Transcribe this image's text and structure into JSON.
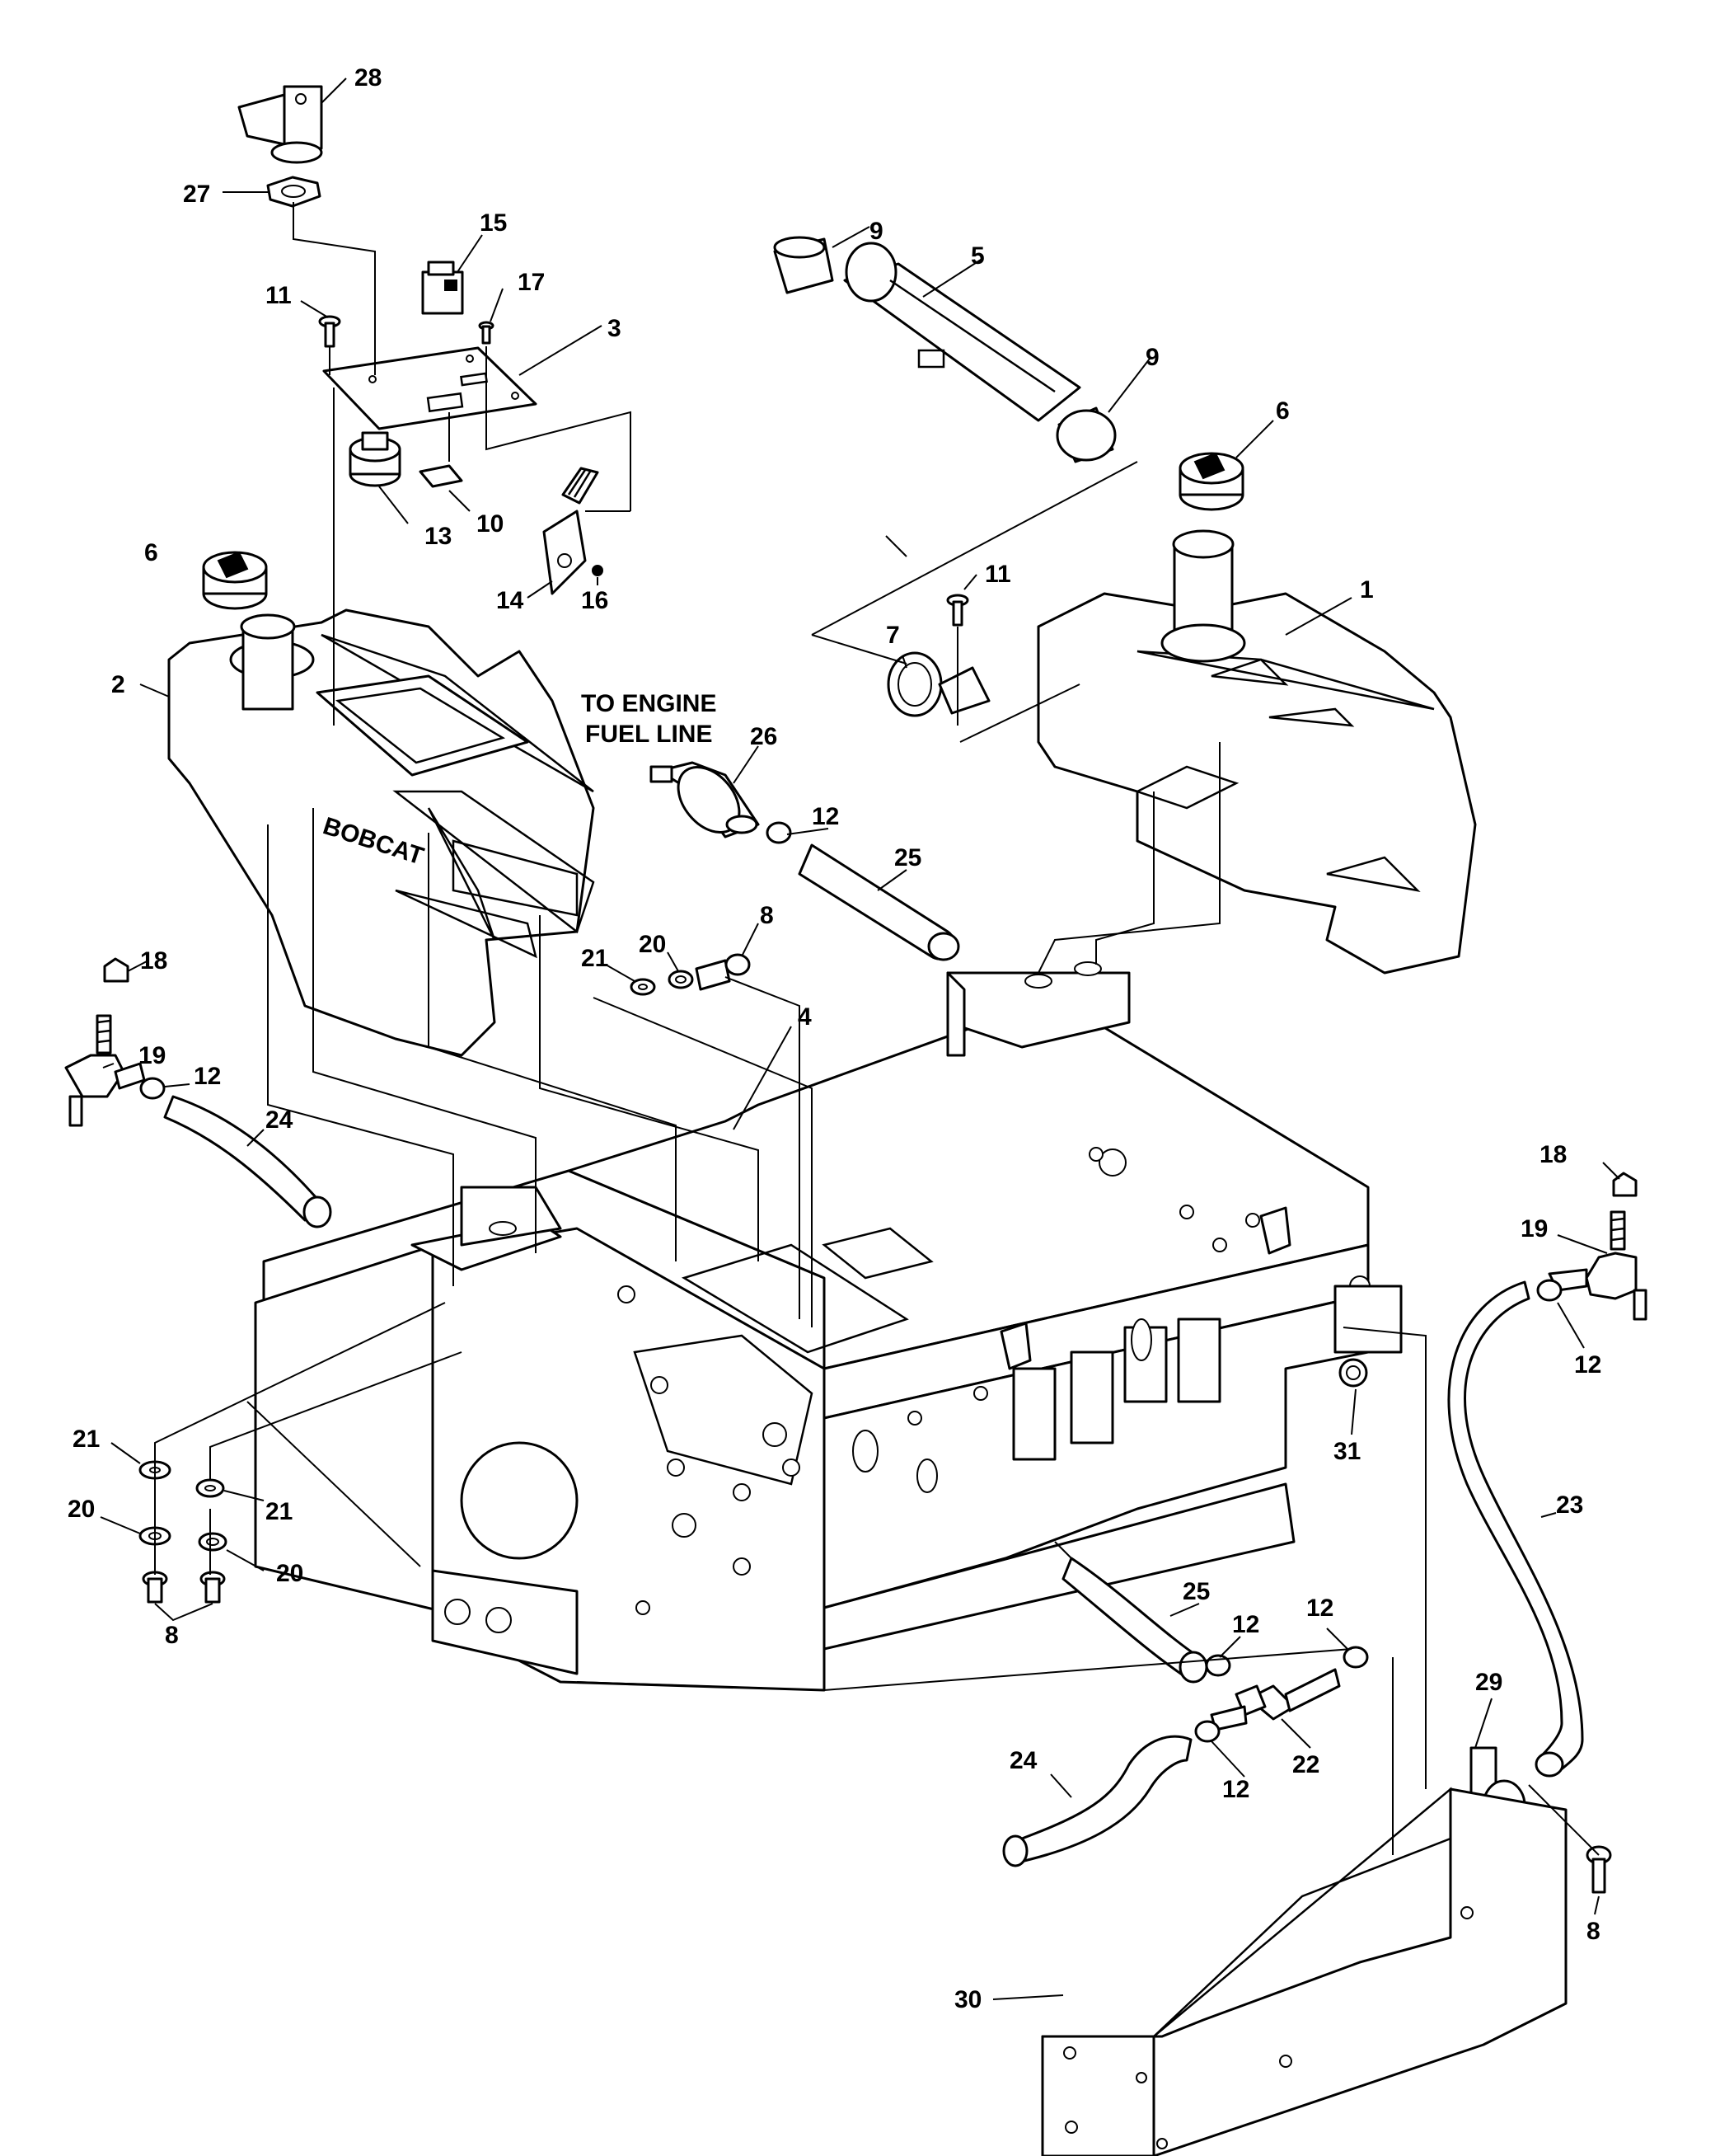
{
  "diagram": {
    "brand_text": "BOBCAT",
    "note": [
      "TO ENGINE",
      "FUEL LINE"
    ],
    "callouts": {
      "c28": "28",
      "c27": "27",
      "c15": "15",
      "c11a": "11",
      "c17": "17",
      "c3": "3",
      "c9a": "9",
      "c5": "5",
      "c9b": "9",
      "c6a": "6",
      "c13": "13",
      "c10": "10",
      "c14": "14",
      "c16": "16",
      "c6b": "6",
      "c11b": "11",
      "c1": "1",
      "c2": "2",
      "c7": "7",
      "c26": "26",
      "c12a": "12",
      "c25a": "25",
      "c18a": "18",
      "c19a": "19",
      "c12b": "12",
      "c24a": "24",
      "c21a": "21",
      "c20a": "20",
      "c8a": "8",
      "c4": "4",
      "c18b": "18",
      "c19b": "19",
      "c12c": "12",
      "c21b": "21",
      "c20b": "20",
      "c21c": "21",
      "c20c": "20",
      "c8b": "8",
      "c31": "31",
      "c23": "23",
      "c25b": "25",
      "c12d": "12",
      "c12e": "12",
      "c29": "29",
      "c22": "22",
      "c12f": "12",
      "c24b": "24",
      "c8c": "8",
      "c30": "30"
    }
  }
}
